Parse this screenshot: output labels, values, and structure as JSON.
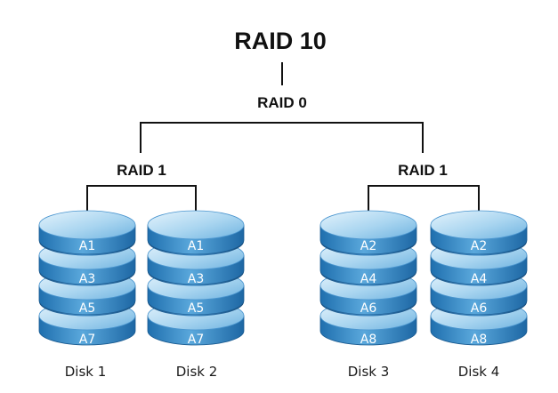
{
  "diagram": {
    "title": "RAID 10",
    "top_level": "RAID 0",
    "mirrors": [
      {
        "label": "RAID 1",
        "disks": [
          {
            "name": "Disk 1",
            "blocks": [
              "A1",
              "A3",
              "A5",
              "A7"
            ]
          },
          {
            "name": "Disk 2",
            "blocks": [
              "A1",
              "A3",
              "A5",
              "A7"
            ]
          }
        ]
      },
      {
        "label": "RAID 1",
        "disks": [
          {
            "name": "Disk 3",
            "blocks": [
              "A2",
              "A4",
              "A6",
              "A8"
            ]
          },
          {
            "name": "Disk 4",
            "blocks": [
              "A2",
              "A4",
              "A6",
              "A8"
            ]
          }
        ]
      }
    ]
  },
  "colors": {
    "disk_top_light": "#cfe9f8",
    "disk_top_dark": "#6fb3e0",
    "disk_side_light": "#5aa8dc",
    "disk_side_dark": "#1f6fae",
    "line": "#111111",
    "text": "#111111"
  }
}
